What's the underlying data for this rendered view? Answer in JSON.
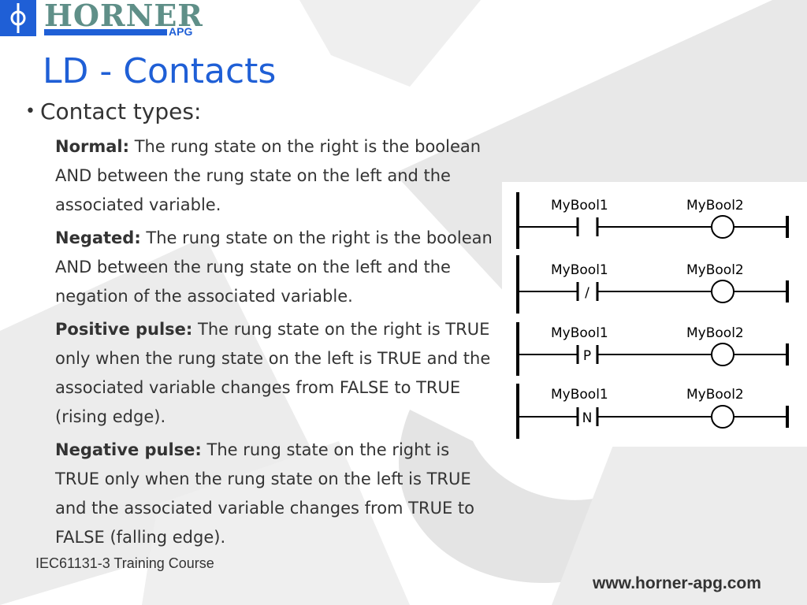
{
  "logo": {
    "name": "HORNER",
    "sub": "APG"
  },
  "title": "LD - Contacts",
  "bullet": "Contact types:",
  "contact_types": [
    {
      "term": "Normal:",
      "text": " The rung state on the right is the boolean AND between the rung state on the left and the associated variable."
    },
    {
      "term": "Negated:",
      "text": " The rung state on the right is the boolean AND between the rung state on the left and the negation of the associated variable."
    },
    {
      "term": "Positive pulse:",
      "text": " The rung state on the right is TRUE only when the rung state on the left is TRUE and the associated variable changes from FALSE to TRUE (rising edge)."
    },
    {
      "term": "Negative pulse:",
      "text": " The rung state on the right is TRUE only when the rung state on the left is TRUE and the associated variable changes from TRUE to FALSE (falling edge)."
    }
  ],
  "diagram": {
    "rungs": [
      {
        "contact_label": "MyBool1",
        "coil_label": "MyBool2",
        "symbol": ""
      },
      {
        "contact_label": "MyBool1",
        "coil_label": "MyBool2",
        "symbol": "/"
      },
      {
        "contact_label": "MyBool1",
        "coil_label": "MyBool2",
        "symbol": "P"
      },
      {
        "contact_label": "MyBool1",
        "coil_label": "MyBool2",
        "symbol": "N"
      }
    ]
  },
  "footer": "IEC61131-3 Training Course",
  "url": "www.horner-apg.com",
  "colors": {
    "accent": "#1f5fd6",
    "text": "#333333",
    "bg_shape": "#e6e6e6"
  }
}
